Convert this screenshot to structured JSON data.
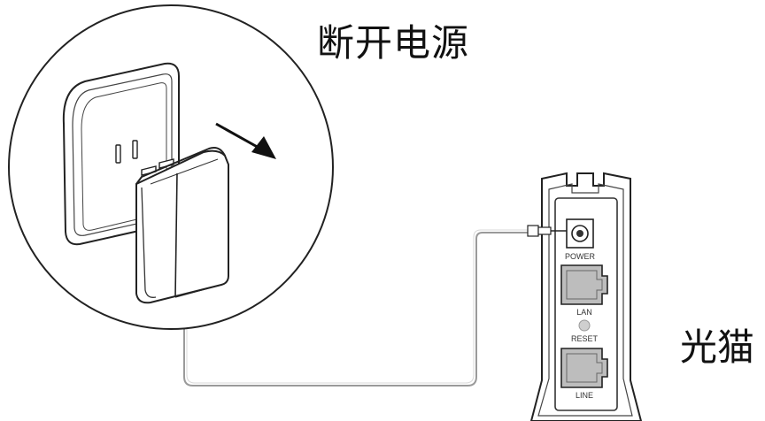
{
  "captions": {
    "power_off": "断开电源",
    "modem": "光猫"
  },
  "modem_ports": {
    "power": "POWER",
    "lan": "LAN",
    "reset": "RESET",
    "line": "LINE"
  },
  "colors": {
    "line": "#222222",
    "cable": "#9a9a9a",
    "port_fill": "#bdbdbd",
    "reset_fill": "#cfcfcf"
  },
  "icons": {
    "direction": "arrow-icon",
    "plug": "power-adapter-icon",
    "socket": "wall-socket-icon"
  }
}
